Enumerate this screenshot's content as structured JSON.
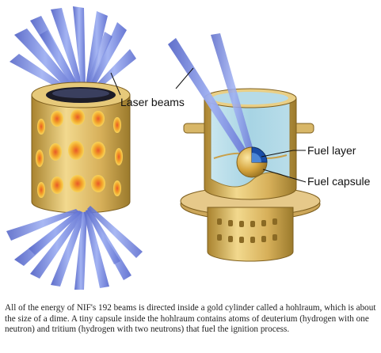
{
  "labels": {
    "laser_beams": "Laser beams",
    "fuel_layer": "Fuel layer",
    "fuel_capsule": "Fuel capsule"
  },
  "caption": "All of the energy of NIF's 192 beams is directed inside a gold cylinder called a hohlraum, which is about the size of a dime. A tiny capsule inside the hohlraum contains atoms of deuterium (hydrogen with one neutron) and tritium (hydrogen with two neutrons) that fuel the ignition process.",
  "colors": {
    "beam": "#6f7fd8",
    "gold": "#d9b35c",
    "hole_glow": "#f5c02a",
    "hole_center": "#e8602a",
    "window_blue": "#a9d6e6",
    "fuel_blue": "#1a4ea8"
  }
}
